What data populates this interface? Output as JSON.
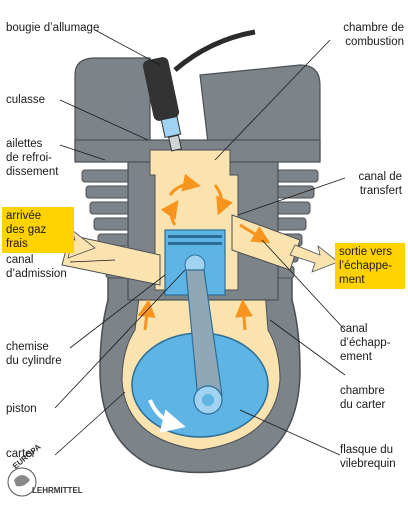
{
  "labels": {
    "bougie": "bougie d’allumage",
    "chambre_combustion_1": "chambre de",
    "chambre_combustion_2": "combustion",
    "culasse": "culasse",
    "ailettes_1": "ailettes",
    "ailettes_2": "de refroi-",
    "ailettes_3": "dissement",
    "canal_transfert_1": "canal de",
    "canal_transfert_2": "transfert",
    "arrivee_1": "arrivée",
    "arrivee_2": "des gaz",
    "arrivee_3": "frais",
    "sortie_1": "sortie vers",
    "sortie_2": "l’échappe-",
    "sortie_3": "ment",
    "canal_admission_1": "canal",
    "canal_admission_2": "d’admission",
    "canal_echappement_1": "canal",
    "canal_echappement_2": "d’échapp-",
    "canal_echappement_3": "ement",
    "chemise_1": "chemise",
    "chemise_2": "du cylindre",
    "chambre_carter_1": "chambre",
    "chambre_carter_2": "du carter",
    "piston": "piston",
    "carter": "carter",
    "flasque_1": "flasque du",
    "flasque_2": "vilebrequin"
  },
  "logo": {
    "top": "EUROPA",
    "bottom": "LEHRMITTEL"
  },
  "colors": {
    "metal": "#7d8489",
    "metal_dark": "#5f666b",
    "gas": "#fbe3b0",
    "blue": "#5fb4e6",
    "blue_light": "#9fd3f1",
    "yellow": "#ffd200",
    "arrow": "#f7941d"
  }
}
